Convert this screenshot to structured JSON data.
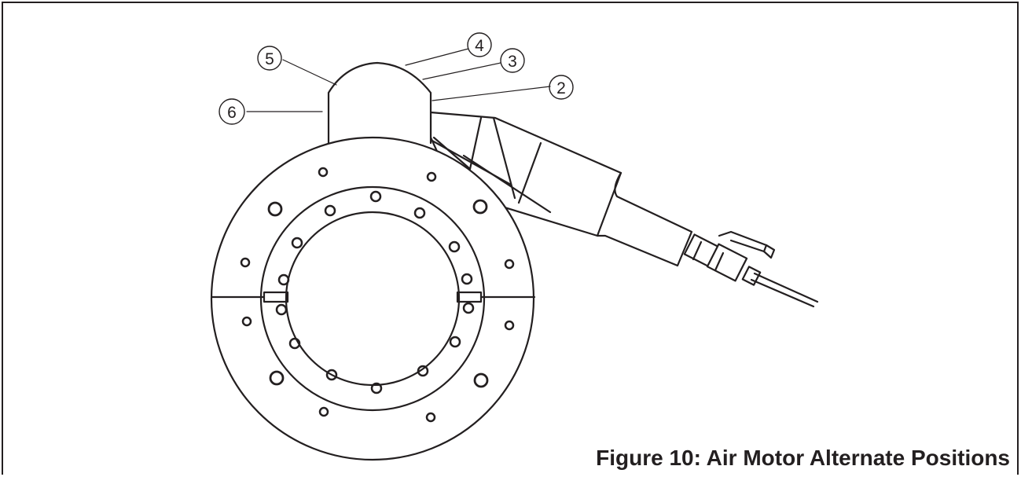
{
  "figure": {
    "caption": "Figure 10: Air Motor Alternate Positions"
  },
  "callouts": {
    "c2": "2",
    "c3": "3",
    "c4": "4",
    "c5": "5",
    "c6": "6"
  },
  "colors": {
    "line": "#231f20",
    "background": "#ffffff"
  }
}
